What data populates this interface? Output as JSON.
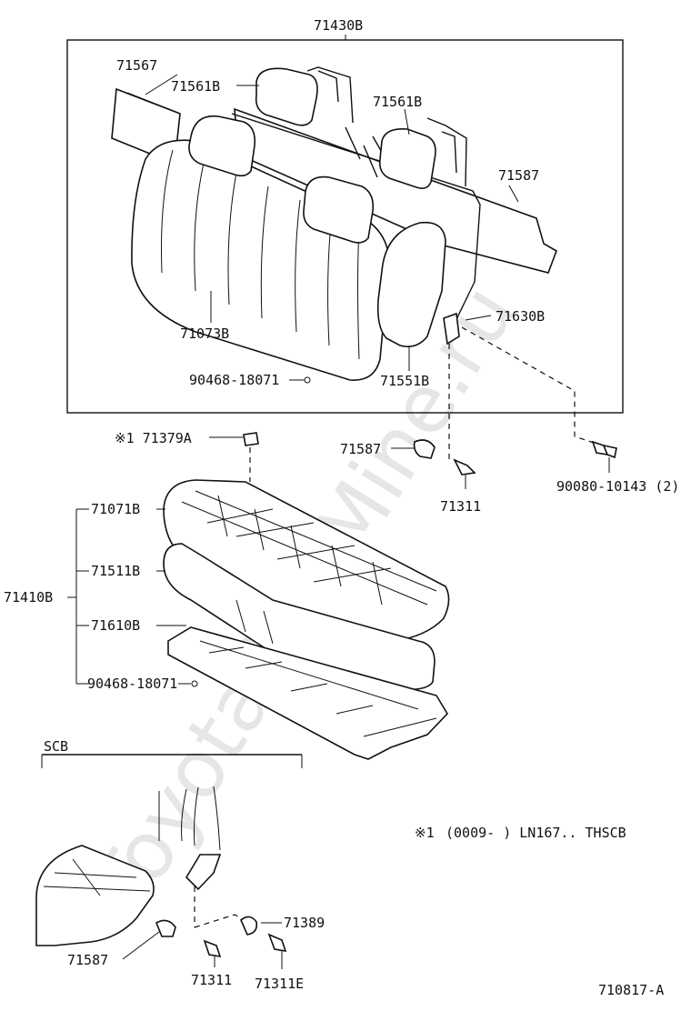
{
  "watermark": "ToyotaPartMine.ru",
  "figure_id": "710817-A",
  "scb_section": {
    "title": "SCB"
  },
  "footnote": {
    "mark": "※1",
    "text": "(0009-      ) LN167.. THSCB"
  },
  "labels": {
    "l_71430B": "71430B",
    "l_71567": "71567",
    "l_71561B_a": "71561B",
    "l_71561B_b": "71561B",
    "l_71587_a": "71587",
    "l_71630B": "71630B",
    "l_71073B": "71073B",
    "l_71551B": "71551B",
    "l_90468_a": "90468-18071",
    "l_71379A": "※1 71379A",
    "l_71587_b": "71587",
    "l_71311_a": "71311",
    "l_90080": "90080-10143 (2)",
    "l_71071B": "71071B",
    "l_71410B": "71410B",
    "l_71511B": "71511B",
    "l_71610B": "71610B",
    "l_90468_b": "90468-18071",
    "l_71389": "71389",
    "l_71587_c": "71587",
    "l_71311_b": "71311",
    "l_71311E": "71311E"
  }
}
